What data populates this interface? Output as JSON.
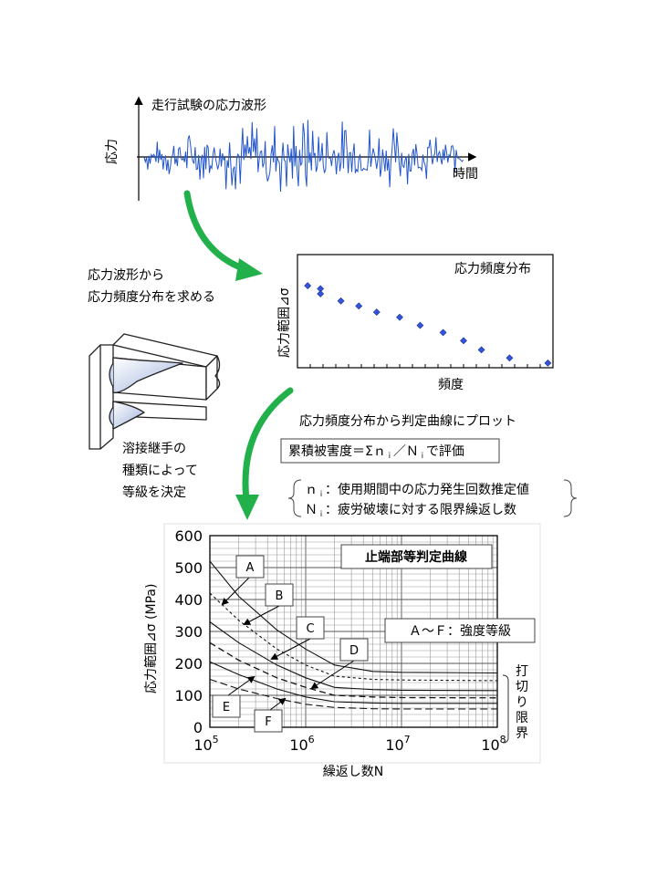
{
  "waveform": {
    "title": "走行試験の応力波形",
    "y_axis_label": "応力",
    "x_axis_label": "時間"
  },
  "step1_text": [
    "応力波形から",
    "応力頻度分布を求める"
  ],
  "frequency_chart": {
    "title": "応力頻度分布",
    "y_axis_label": "応力範囲⊿σ",
    "x_axis_label": "頻度"
  },
  "weld": {
    "caption": [
      "溶接継手の",
      "種類によって",
      "等級を決定"
    ]
  },
  "step2_text": "応力頻度分布から判定曲線にプロット",
  "formula": "累積被害度＝Σｎ",
  "formula_suffix": "／Ｎ",
  "formula_tail": "で評価",
  "sub_i": "ｉ",
  "legend_brace": {
    "line1_prefix": "ｎ",
    "line1_text": "：使用期間中の応力発生回数推定値",
    "line2_prefix": "Ｎ",
    "line2_text": "：疲労破壊に対する限界繰返し数"
  },
  "sn_chart": {
    "title_box": "止端部等判定曲線",
    "grade_box": "Ａ～Ｆ：強度等級",
    "cutoff_label": [
      "打",
      "切",
      "り",
      "限",
      "界"
    ],
    "ylabel": "応力範囲⊿σ (MPa)",
    "xlabel": "繰返し数N",
    "ytick_labels": [
      "600",
      "500",
      "400",
      "300",
      "200",
      "100",
      "0"
    ],
    "xtick_base": "10",
    "xtick_exponents": [
      "5",
      "6",
      "7",
      "8"
    ],
    "curve_labels": [
      "A",
      "B",
      "C",
      "D",
      "E",
      "F"
    ]
  },
  "chart_data": [
    {
      "type": "line",
      "title": "走行試験の応力波形",
      "xlabel": "時間",
      "ylabel": "応力"
    },
    {
      "type": "scatter",
      "title": "応力頻度分布",
      "xlabel": "頻度",
      "ylabel": "応力範囲⊿σ",
      "points_relative": [
        [
          0.04,
          0.77
        ],
        [
          0.09,
          0.74
        ],
        [
          0.09,
          0.69
        ],
        [
          0.17,
          0.62
        ],
        [
          0.24,
          0.57
        ],
        [
          0.31,
          0.51
        ],
        [
          0.4,
          0.46
        ],
        [
          0.48,
          0.38
        ],
        [
          0.57,
          0.31
        ],
        [
          0.65,
          0.23
        ],
        [
          0.72,
          0.14
        ],
        [
          0.83,
          0.06
        ],
        [
          0.98,
          0.01
        ]
      ]
    },
    {
      "type": "line",
      "title": "止端部等判定曲線",
      "xlabel": "繰返し数N",
      "ylabel": "応力範囲⊿σ (MPa)",
      "x_scale": "log",
      "xlim": [
        100000,
        100000000
      ],
      "ylim": [
        0,
        600
      ],
      "yticks": [
        0,
        100,
        200,
        300,
        400,
        500,
        600
      ],
      "series": [
        {
          "name": "A",
          "x": [
            100000,
            200000,
            500000,
            1000000,
            2000000,
            5000000,
            10000000,
            100000000
          ],
          "y": [
            520,
            410,
            305,
            245,
            195,
            175,
            172,
            170
          ]
        },
        {
          "name": "B",
          "x": [
            100000,
            200000,
            500000,
            1000000,
            2000000,
            5000000,
            10000000,
            100000000
          ],
          "y": [
            420,
            335,
            245,
            195,
            160,
            150,
            148,
            146
          ]
        },
        {
          "name": "C",
          "x": [
            100000,
            200000,
            500000,
            1000000,
            2000000,
            5000000,
            10000000,
            100000000
          ],
          "y": [
            330,
            265,
            195,
            155,
            125,
            118,
            116,
            115
          ]
        },
        {
          "name": "D",
          "x": [
            100000,
            200000,
            500000,
            1000000,
            2000000,
            5000000,
            10000000,
            100000000
          ],
          "y": [
            265,
            210,
            155,
            125,
            100,
            95,
            93,
            92
          ]
        },
        {
          "name": "E",
          "x": [
            100000,
            200000,
            500000,
            1000000,
            2000000,
            5000000,
            10000000,
            100000000
          ],
          "y": [
            205,
            165,
            120,
            95,
            80,
            76,
            75,
            75
          ]
        },
        {
          "name": "F",
          "x": [
            100000,
            200000,
            500000,
            1000000,
            2000000,
            5000000,
            10000000,
            100000000
          ],
          "y": [
            150,
            120,
            90,
            72,
            62,
            58,
            57,
            57
          ]
        }
      ]
    }
  ],
  "colors": {
    "wave": "#2255cc",
    "arrow": "#22b04a",
    "marker": "#3355dd",
    "weld_fill": "#c8d4ec"
  }
}
